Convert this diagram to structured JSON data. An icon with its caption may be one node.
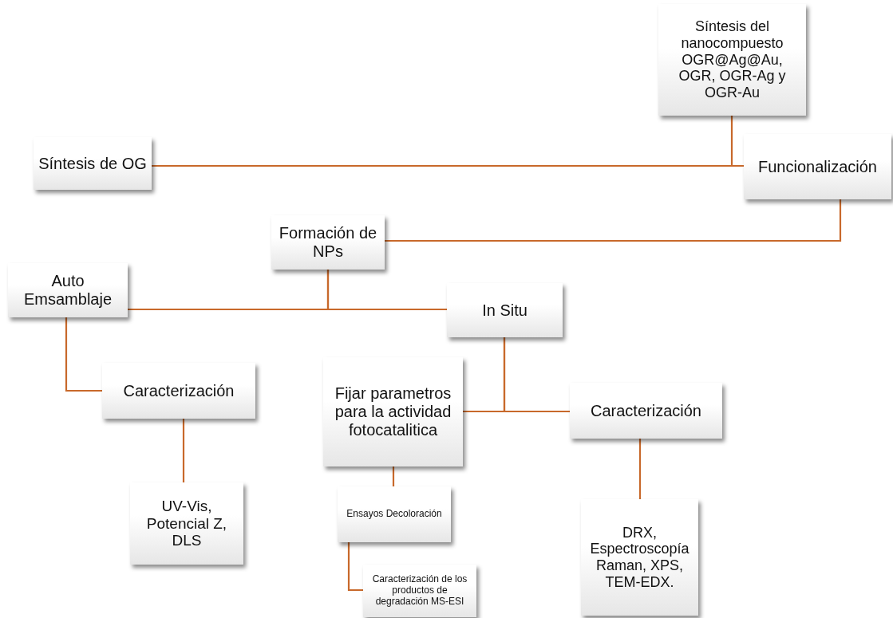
{
  "diagram": {
    "nodes": [
      {
        "text": [
          "Síntesis del nanocompuesto OGR@Ag@Au, OGR, OGR-Ag y OGR-Au"
        ]
      },
      {
        "text": [
          "Síntesis de OG"
        ]
      },
      {
        "text": [
          "Funcionalización"
        ]
      },
      {
        "text": [
          "Formación de NPs"
        ]
      },
      {
        "text": [
          "Auto Emsamblaje"
        ]
      },
      {
        "text": [
          "In Situ"
        ]
      },
      {
        "text": [
          "Caracterización"
        ]
      },
      {
        "text": [
          "Fijar parametros para la actividad fotocatalitica"
        ]
      },
      {
        "text": [
          "Caracterización"
        ]
      },
      {
        "text": [
          "UV-Vis, Potencial Z, DLS"
        ]
      },
      {
        "text": [
          "Ensayos Decoloración"
        ]
      },
      {
        "text": [
          "DRX, Espectroscopía Raman, XPS, TEM-EDX."
        ]
      },
      {
        "text": [
          "Caracterización de los productos de degradación MS-ESI"
        ]
      }
    ],
    "edges": [
      {
        "from": 1,
        "to": 2,
        "arrow": "none"
      },
      {
        "from": 0,
        "to": 2,
        "arrow": "none"
      },
      {
        "from": 2,
        "to": 3,
        "arrow": "none"
      },
      {
        "from": 3,
        "to": 4,
        "arrow": "none"
      },
      {
        "from": 3,
        "to": 5,
        "arrow": "none"
      },
      {
        "from": 4,
        "to": 6,
        "arrow": "none"
      },
      {
        "from": 5,
        "to": 7,
        "arrow": "none"
      },
      {
        "from": 5,
        "to": 8,
        "arrow": "none"
      },
      {
        "from": 6,
        "to": 9,
        "arrow": "none"
      },
      {
        "from": 7,
        "to": 10,
        "arrow": "none"
      },
      {
        "from": 8,
        "to": 11,
        "arrow": "none"
      },
      {
        "from": 10,
        "to": 12,
        "arrow": "none"
      }
    ]
  }
}
